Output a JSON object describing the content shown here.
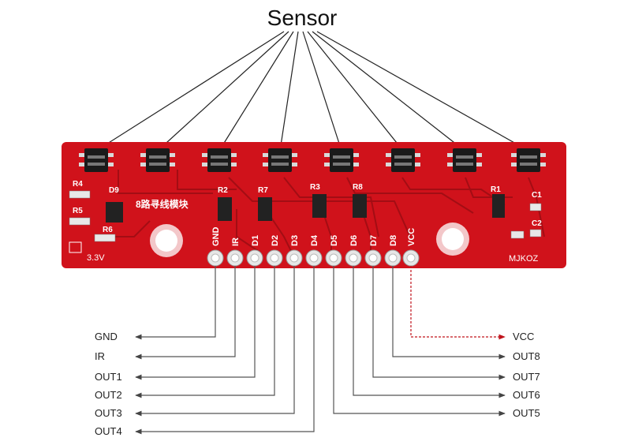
{
  "title": "Sensor",
  "board": {
    "module_label": "8路寻线模块",
    "brand": "MJKOZ",
    "voltage_label": "3.3V",
    "component_labels": [
      "R4",
      "D9",
      "R5",
      "R6",
      "R2",
      "R7",
      "R3",
      "R8",
      "R1",
      "C1",
      "C2"
    ],
    "pin_labels": [
      "GND",
      "IR",
      "D1",
      "D2",
      "D3",
      "D4",
      "D5",
      "D6",
      "D7",
      "D8",
      "VCC"
    ]
  },
  "outputs_left": [
    "GND",
    "IR",
    "OUT1",
    "OUT2",
    "OUT3",
    "OUT4"
  ],
  "outputs_right": [
    "VCC",
    "OUT8",
    "OUT7",
    "OUT6",
    "OUT5"
  ],
  "colors": {
    "board": "#d0121b",
    "board_dark": "#a30d14",
    "silk": "#ffffff",
    "wire": "#555555",
    "vcc_wire": "#d0121b"
  }
}
